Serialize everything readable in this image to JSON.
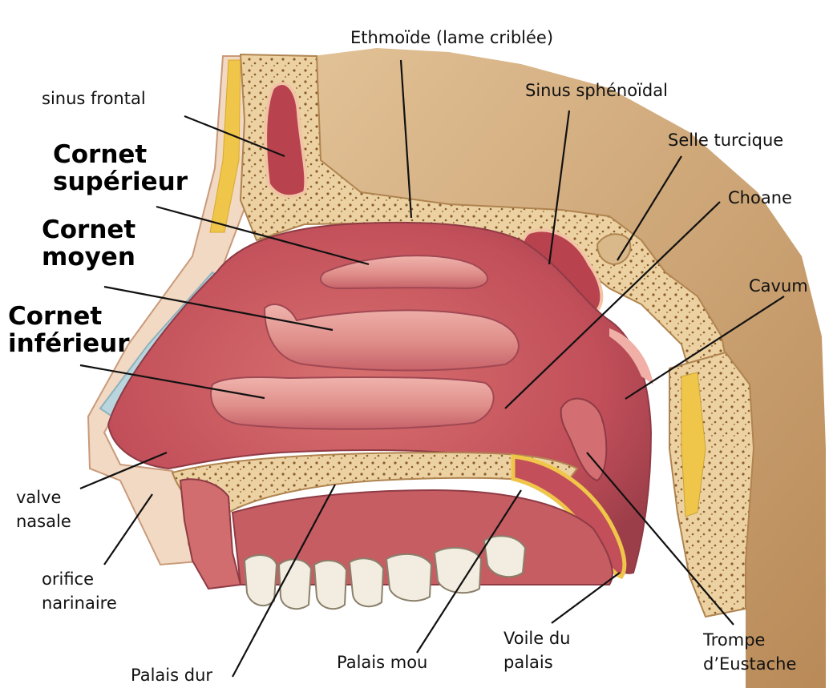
{
  "labels": {
    "sinus_frontal": "sinus frontal",
    "ethmoide": "Ethmoïde (lame criblée)",
    "sinus_sphenoidal": "Sinus sphénoïdal",
    "selle_turcique": "Selle turcique",
    "choane": "Choane",
    "cavum": "Cavum",
    "cornet_superieur": [
      "Cornet",
      "supérieur"
    ],
    "cornet_moyen": [
      "Cornet",
      "moyen"
    ],
    "cornet_inferieur": [
      "Cornet",
      "inférieur"
    ],
    "valve_nasale": [
      "valve",
      "nasale"
    ],
    "orifice_narinaire": [
      "orifice",
      "narinaire"
    ],
    "palais_dur": "Palais dur",
    "palais_mou": "Palais mou",
    "voile_du_palais": [
      "Voile du",
      "palais"
    ],
    "trompe_eustache": [
      "Trompe",
      "d’Eustache"
    ]
  },
  "colors": {
    "mucosa": "#c9575f",
    "mucosa_light": "#e49a97",
    "mucosa_dark": "#8f3b45",
    "bone": "#ecd2a2",
    "bone_dots": "#8b5a2b",
    "skin": "#f1d9c3",
    "brain_bg": "#cfa97e",
    "fat": "#f0c64a",
    "cartilage": "#b9d6de",
    "tooth": "#f2ede0",
    "leader": "#111111"
  }
}
